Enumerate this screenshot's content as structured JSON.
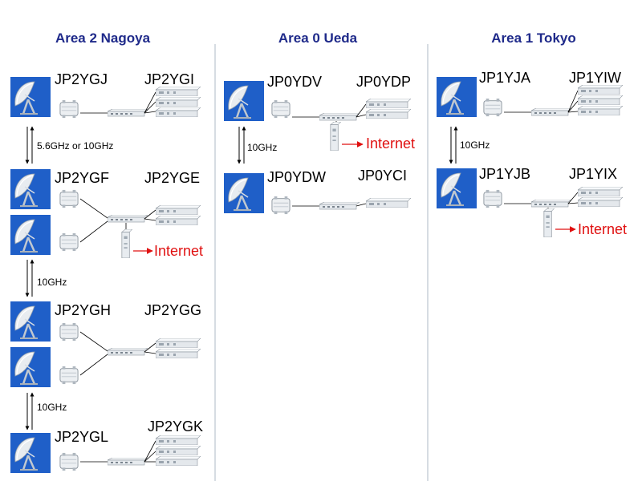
{
  "colors": {
    "area_title": "#1f2a8a",
    "internet": "#e01010",
    "dish_bg": "#1f5fc8",
    "divider": "#c8d0d8"
  },
  "icons": {
    "dish": "satellite-dish-icon",
    "transceiver": "transceiver-icon",
    "switch": "network-switch-icon",
    "server": "rack-server-icon",
    "router": "router-icon"
  },
  "areas": [
    {
      "title": "Area 2 Nagoya",
      "sites": [
        {
          "left_label": "JP2YGJ",
          "right_label": "JP2YGI",
          "dishes": 1,
          "servers": 3,
          "internet": false
        },
        {
          "left_label": "JP2YGF",
          "right_label": "JP2YGE",
          "dishes": 2,
          "servers": 2,
          "internet": true
        },
        {
          "left_label": "JP2YGH",
          "right_label": "JP2YGG",
          "dishes": 2,
          "servers": 2,
          "internet": false
        },
        {
          "left_label": "JP2YGL",
          "right_label": "JP2YGK",
          "dishes": 1,
          "servers": 3,
          "internet": false
        }
      ],
      "links": [
        "5.6GHz  or 10GHz",
        "10GHz",
        "10GHz"
      ]
    },
    {
      "title": "Area 0 Ueda",
      "sites": [
        {
          "left_label": "JP0YDV",
          "right_label": "JP0YDP",
          "dishes": 1,
          "servers": 2,
          "internet": true
        },
        {
          "left_label": "JP0YDW",
          "right_label": "JP0YCI",
          "dishes": 1,
          "servers": 1,
          "internet": false
        }
      ],
      "links": [
        "10GHz"
      ]
    },
    {
      "title": "Area 1 Tokyo",
      "sites": [
        {
          "left_label": "JP1YJA",
          "right_label": "JP1YIW",
          "dishes": 1,
          "servers": 3,
          "internet": false
        },
        {
          "left_label": "JP1YJB",
          "right_label": "JP1YIX",
          "dishes": 1,
          "servers": 2,
          "internet": true
        }
      ],
      "links": [
        "10GHz"
      ]
    }
  ],
  "internet_label": "Internet"
}
